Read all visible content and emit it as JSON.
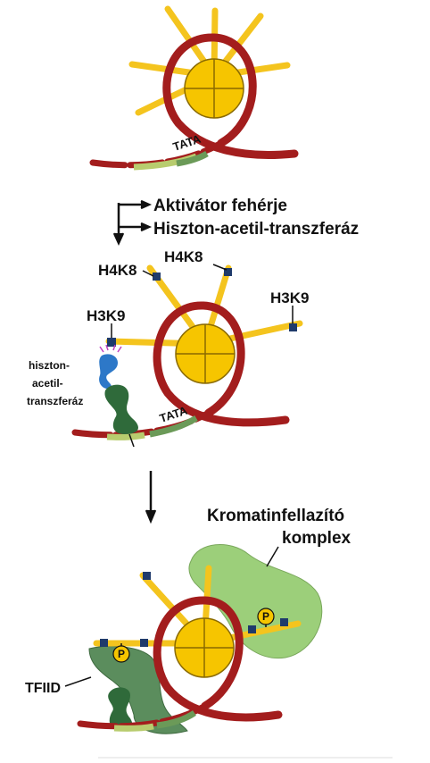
{
  "colors": {
    "histone_core": "#f6c500",
    "histone_tail": "#f4c41e",
    "dna": "#a31d1d",
    "tata_box": "#6b9a58",
    "tata_box_light": "#b8cc6e",
    "acetyl_mark": "#1f3a6b",
    "hat_enzyme": "#2d78c8",
    "activator": "#2f6a3a",
    "remodeler": "#9ccf7a",
    "tfiid": "#5b8d5d",
    "phosphate": "#f6c500"
  },
  "labels": {
    "tata_top": "TATA",
    "tata_mid": "TATA",
    "step1_line1": "Aktivátor fehérje",
    "step1_line2": "Hiszton-acetil-transzferáz",
    "h4k8_left": "H4K8",
    "h4k8_right": "H4K8",
    "h3k9_right": "H3K9",
    "h3k9_left": "H3K9",
    "hat_line1": "hiszton-",
    "hat_line2": "acetil-",
    "hat_line3": "transzferáz",
    "remodeler_line1": "Kromatinfellazító",
    "remodeler_line2": "komplex",
    "tfiid": "TFIID",
    "phosphate_left": "P",
    "phosphate_right": "P"
  }
}
